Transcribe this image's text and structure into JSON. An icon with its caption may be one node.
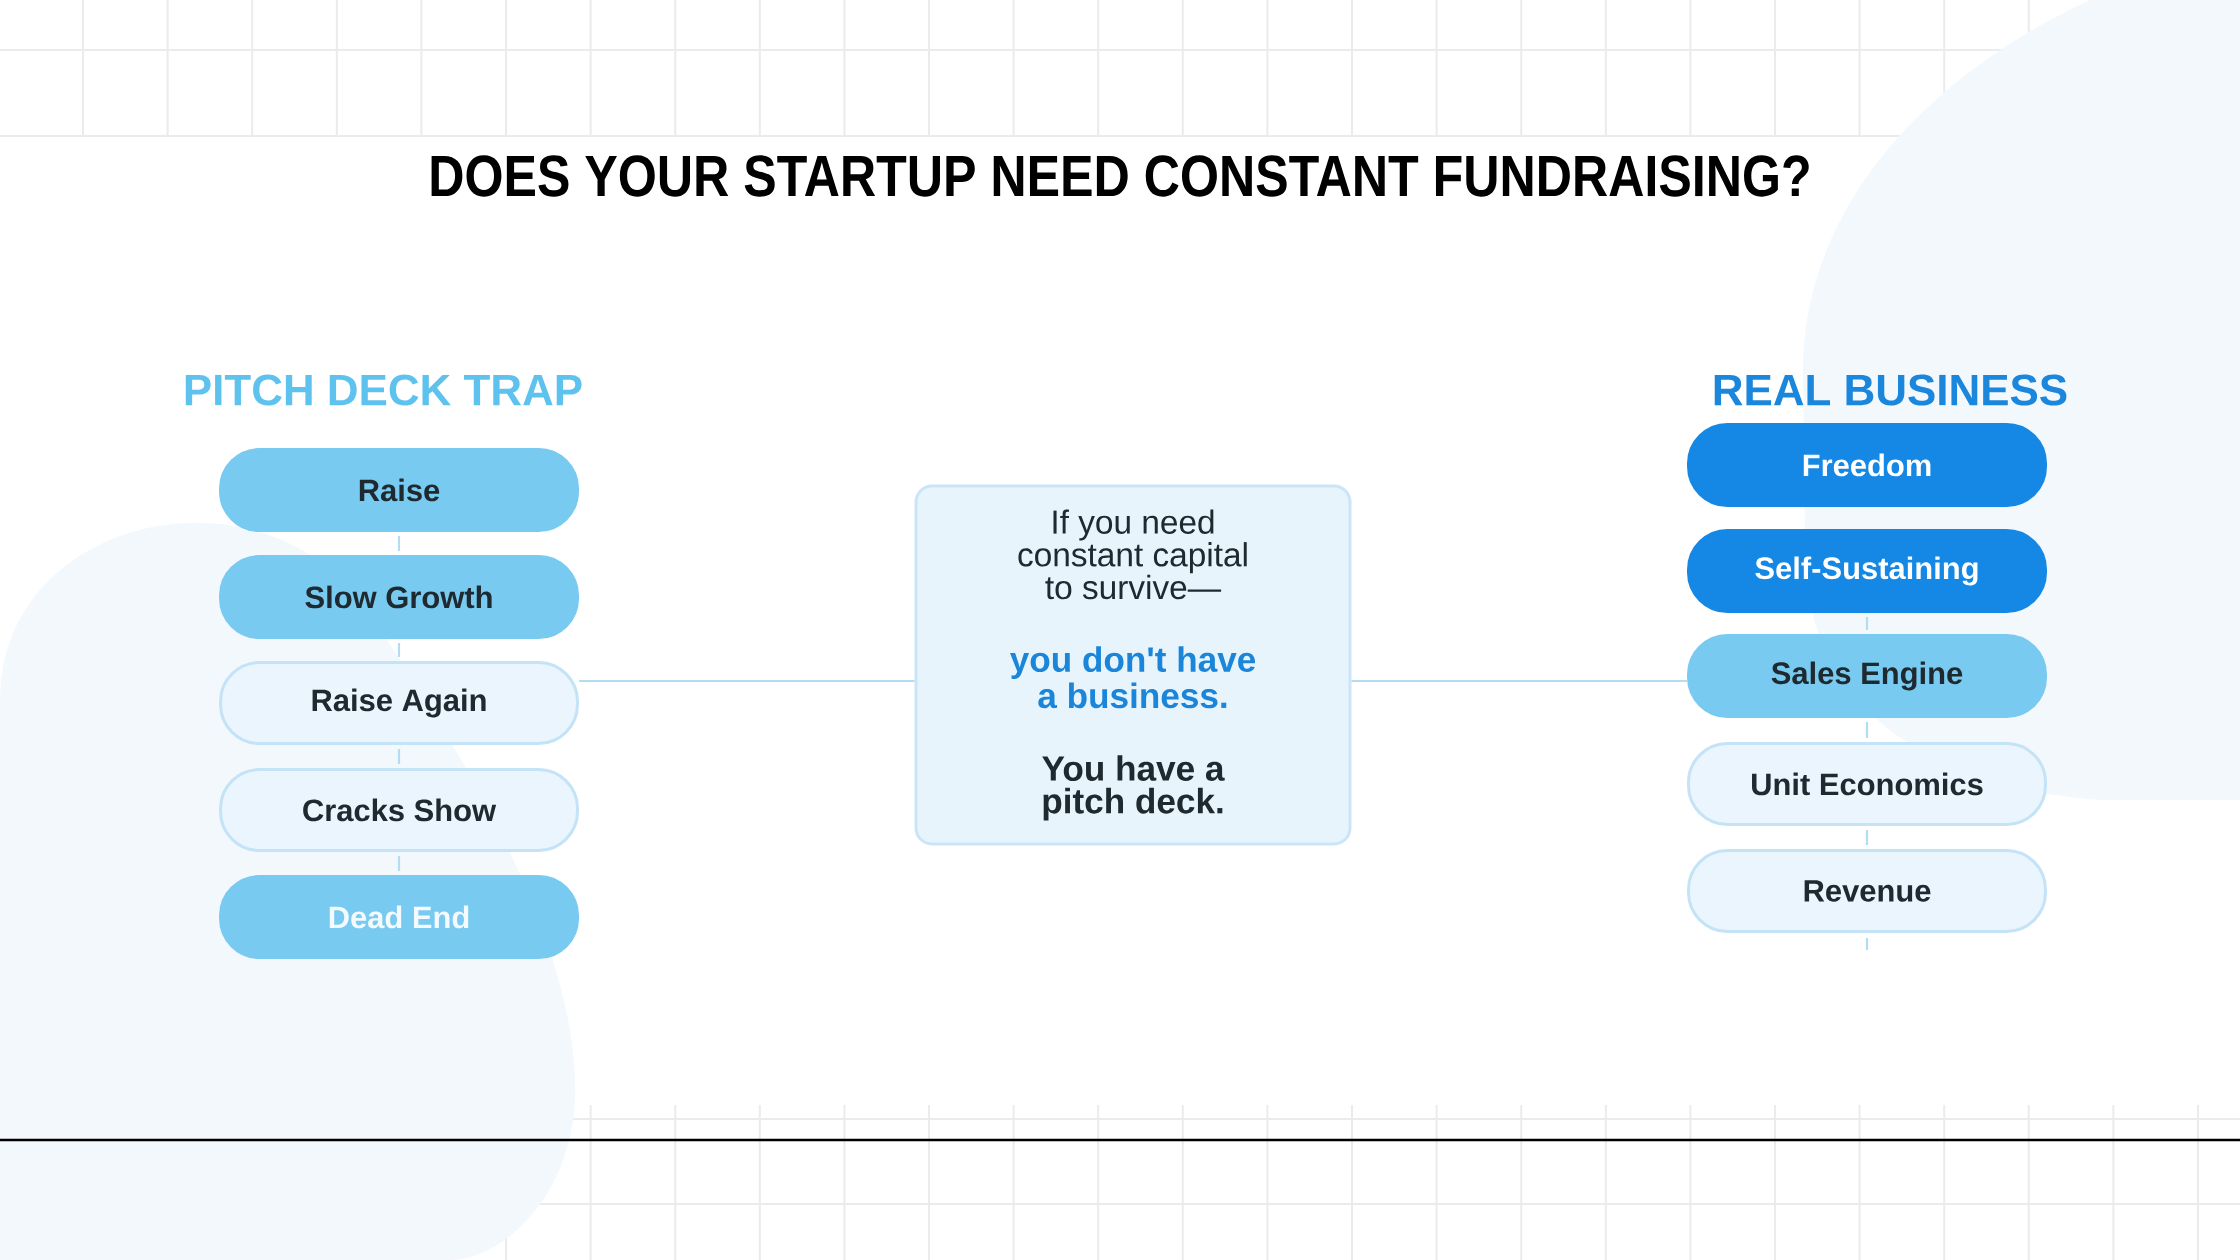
{
  "diagram": {
    "title": "DOES YOUR STARTUP NEED CONSTANT FUNDRAISING?",
    "nodes": [
      {
        "text": [
          "Raise"
        ]
      },
      {
        "text": [
          "Slow Growth"
        ]
      },
      {
        "text": [
          "Raise Again"
        ]
      },
      {
        "text": [
          "Cracks Show"
        ]
      },
      {
        "text": [
          "Dead End"
        ]
      },
      {
        "text": [
          "If you need constant capital to survive—",
          "you don't have a business.",
          "You have a pitch deck."
        ]
      },
      {
        "text": [
          "Freedom"
        ]
      },
      {
        "text": [
          "Self-Sustaining"
        ]
      },
      {
        "text": [
          "Sales Engine"
        ]
      },
      {
        "text": [
          "Unit Economics"
        ]
      },
      {
        "text": [
          "Revenue"
        ]
      }
    ],
    "edges": [
      {
        "from": 0,
        "to": 1,
        "arrow": "none"
      },
      {
        "from": 1,
        "to": 2,
        "arrow": "none"
      },
      {
        "from": 2,
        "to": 3,
        "arrow": "none"
      },
      {
        "from": 3,
        "to": 4,
        "arrow": "none"
      },
      {
        "from": 2,
        "to": 5,
        "arrow": "none"
      },
      {
        "from": 5,
        "to": 8,
        "arrow": "none"
      },
      {
        "from": 7,
        "to": 8,
        "arrow": "none"
      },
      {
        "from": 8,
        "to": 9,
        "arrow": "none"
      },
      {
        "from": 9,
        "to": 10,
        "arrow": "none"
      },
      {
        "from": 10,
        "to": null,
        "arrow": "none"
      }
    ],
    "labels": [
      "PITCH DECK TRAP",
      "REAL BUSINESS"
    ]
  }
}
